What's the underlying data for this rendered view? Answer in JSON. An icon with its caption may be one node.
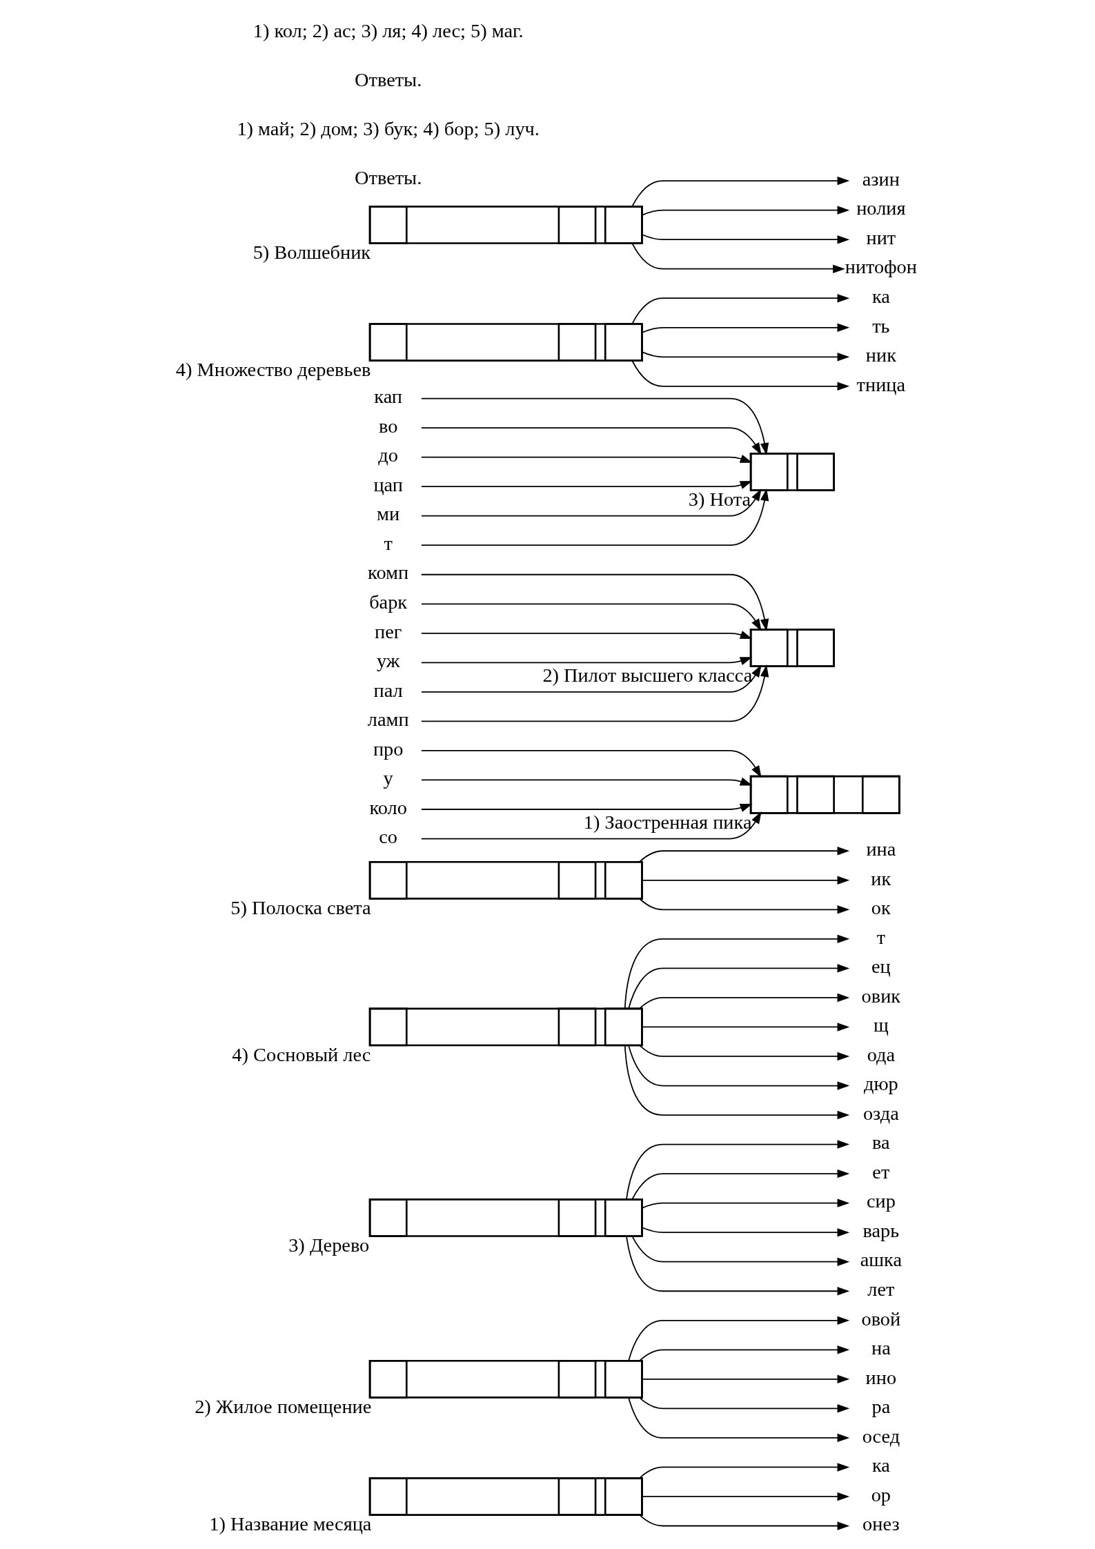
{
  "diagram": {
    "nodes": [
      {
        "text": [],
        "shape": "box",
        "beside": [
          "1) Название месяца"
        ]
      },
      {
        "text": [],
        "shape": "box",
        "in": 0
      },
      {
        "text": [],
        "shape": "box",
        "in": 0
      },
      {
        "text": [],
        "shape": "box",
        "in": 0
      },
      {
        "text": [
          "ка"
        ]
      },
      {
        "text": [
          "ор"
        ]
      },
      {
        "text": [
          "онез"
        ]
      },
      {
        "text": [],
        "shape": "box",
        "beside": [
          "2) Жилое помещение"
        ]
      },
      {
        "text": [],
        "shape": "box",
        "in": 7
      },
      {
        "text": [],
        "shape": "box",
        "in": 7
      },
      {
        "text": [],
        "shape": "box",
        "in": 7
      },
      {
        "text": [
          "овой"
        ]
      },
      {
        "text": [
          "на"
        ]
      },
      {
        "text": [
          "ино"
        ]
      },
      {
        "text": [
          "ра"
        ]
      },
      {
        "text": [
          "осед"
        ]
      },
      {
        "text": [],
        "shape": "box",
        "beside": [
          "3) Дерево"
        ]
      },
      {
        "text": [],
        "shape": "box",
        "in": 16
      },
      {
        "text": [],
        "shape": "box",
        "in": 16
      },
      {
        "text": [],
        "shape": "box",
        "in": 16
      },
      {
        "text": [
          "ва"
        ]
      },
      {
        "text": [
          "ет"
        ]
      },
      {
        "text": [
          "сир"
        ]
      },
      {
        "text": [
          "варь"
        ]
      },
      {
        "text": [
          "ашка"
        ]
      },
      {
        "text": [
          "лет"
        ]
      },
      {
        "text": [],
        "shape": "box",
        "beside": [
          "4) Сосновый лес"
        ]
      },
      {
        "text": [],
        "shape": "box",
        "in": 26
      },
      {
        "text": [],
        "shape": "box",
        "in": 26
      },
      {
        "text": [],
        "shape": "box",
        "in": 26
      },
      {
        "text": [
          "т"
        ]
      },
      {
        "text": [
          "ец"
        ]
      },
      {
        "text": [
          "овик"
        ]
      },
      {
        "text": [
          "щ"
        ]
      },
      {
        "text": [
          "ода"
        ]
      },
      {
        "text": [
          "дюр"
        ]
      },
      {
        "text": [
          "озда"
        ]
      },
      {
        "text": [],
        "shape": "box",
        "beside": [
          "5) Полоска света"
        ]
      },
      {
        "text": [],
        "shape": "box",
        "in": 37
      },
      {
        "text": [],
        "shape": "box",
        "in": 37
      },
      {
        "text": [],
        "shape": "box",
        "in": 37
      },
      {
        "text": [
          "ина"
        ]
      },
      {
        "text": [
          "ик"
        ]
      },
      {
        "text": [
          "ок"
        ]
      },
      {
        "text": [],
        "shape": "box",
        "beside": [
          "1) Заостренная пика"
        ]
      },
      {
        "text": [],
        "shape": "box",
        "in": 44
      },
      {
        "text": [],
        "shape": "box",
        "in": 44
      },
      {
        "text": [],
        "shape": "box",
        "in": 44
      },
      {
        "text": [
          "про"
        ]
      },
      {
        "text": [
          "у"
        ]
      },
      {
        "text": [
          "коло"
        ]
      },
      {
        "text": [
          "со"
        ]
      },
      {
        "text": [],
        "shape": "box",
        "beside": [
          "2) Пилот высшего класса"
        ]
      },
      {
        "text": [],
        "shape": "box",
        "in": 52
      },
      {
        "text": [],
        "shape": "box",
        "in": 52
      },
      {
        "text": [
          "комп"
        ]
      },
      {
        "text": [
          "барк"
        ]
      },
      {
        "text": [
          "пег"
        ]
      },
      {
        "text": [
          "уж"
        ]
      },
      {
        "text": [
          "пал"
        ]
      },
      {
        "text": [
          "ламп"
        ]
      },
      {
        "text": [],
        "shape": "box",
        "beside": [
          "3) Нота"
        ]
      },
      {
        "text": [],
        "shape": "box",
        "in": 61
      },
      {
        "text": [],
        "shape": "box",
        "in": 61
      },
      {
        "text": [
          "кап"
        ]
      },
      {
        "text": [
          "во"
        ]
      },
      {
        "text": [
          "до"
        ]
      },
      {
        "text": [
          "цап"
        ]
      },
      {
        "text": [
          "ми"
        ]
      },
      {
        "text": [
          "т"
        ]
      },
      {
        "text": [],
        "shape": "box",
        "beside": [
          "4) Множество деревьев"
        ]
      },
      {
        "text": [],
        "shape": "box",
        "in": 70
      },
      {
        "text": [],
        "shape": "box",
        "in": 70
      },
      {
        "text": [],
        "shape": "box",
        "in": 70
      },
      {
        "text": [
          "ка"
        ]
      },
      {
        "text": [
          "ть"
        ]
      },
      {
        "text": [
          "ник"
        ]
      },
      {
        "text": [
          "тница"
        ]
      },
      {
        "text": [],
        "shape": "box",
        "beside": [
          "5) Волшебник"
        ]
      },
      {
        "text": [],
        "shape": "box",
        "in": 78
      },
      {
        "text": [],
        "shape": "box",
        "in": 78
      },
      {
        "text": [],
        "shape": "box",
        "in": 78
      },
      {
        "text": [
          "азин"
        ]
      },
      {
        "text": [
          "нолия"
        ]
      },
      {
        "text": [
          "нит"
        ]
      },
      {
        "text": [
          "нитофон"
        ]
      }
    ],
    "edges": [
      {
        "from": 0,
        "to": 4,
        "arrow": "to"
      },
      {
        "from": 0,
        "to": 5,
        "arrow": "to"
      },
      {
        "from": 0,
        "to": 6,
        "arrow": "to"
      },
      {
        "from": 7,
        "to": 11,
        "arrow": "to"
      },
      {
        "from": 7,
        "to": 12,
        "arrow": "to"
      },
      {
        "from": 7,
        "to": 13,
        "arrow": "to"
      },
      {
        "from": 7,
        "to": 14,
        "arrow": "to"
      },
      {
        "from": 7,
        "to": 15,
        "arrow": "to"
      },
      {
        "from": 16,
        "to": 20,
        "arrow": "to"
      },
      {
        "from": 16,
        "to": 21,
        "arrow": "to"
      },
      {
        "from": 16,
        "to": 22,
        "arrow": "to"
      },
      {
        "from": 16,
        "to": 23,
        "arrow": "to"
      },
      {
        "from": 16,
        "to": 24,
        "arrow": "to"
      },
      {
        "from": 16,
        "to": 25,
        "arrow": "to"
      },
      {
        "from": 26,
        "to": 30,
        "arrow": "to"
      },
      {
        "from": 26,
        "to": 31,
        "arrow": "to"
      },
      {
        "from": 26,
        "to": 32,
        "arrow": "to"
      },
      {
        "from": 26,
        "to": 33,
        "arrow": "to"
      },
      {
        "from": 26,
        "to": 34,
        "arrow": "to"
      },
      {
        "from": 26,
        "to": 35,
        "arrow": "to"
      },
      {
        "from": 26,
        "to": 36,
        "arrow": "to"
      },
      {
        "from": 37,
        "to": 41,
        "arrow": "to"
      },
      {
        "from": 37,
        "to": 42,
        "arrow": "to"
      },
      {
        "from": 37,
        "to": 43,
        "arrow": "to"
      },
      {
        "from": 48,
        "to": 44,
        "arrow": "to"
      },
      {
        "from": 49,
        "to": 44,
        "arrow": "to"
      },
      {
        "from": 50,
        "to": 44,
        "arrow": "to"
      },
      {
        "from": 51,
        "to": 44,
        "arrow": "to"
      },
      {
        "from": 55,
        "to": 52,
        "arrow": "to"
      },
      {
        "from": 56,
        "to": 52,
        "arrow": "to"
      },
      {
        "from": 57,
        "to": 52,
        "arrow": "to"
      },
      {
        "from": 58,
        "to": 52,
        "arrow": "to"
      },
      {
        "from": 59,
        "to": 52,
        "arrow": "to"
      },
      {
        "from": 60,
        "to": 52,
        "arrow": "to"
      },
      {
        "from": 64,
        "to": 61,
        "arrow": "to"
      },
      {
        "from": 65,
        "to": 61,
        "arrow": "to"
      },
      {
        "from": 66,
        "to": 61,
        "arrow": "to"
      },
      {
        "from": 67,
        "to": 61,
        "arrow": "to"
      },
      {
        "from": 68,
        "to": 61,
        "arrow": "to"
      },
      {
        "from": 69,
        "to": 61,
        "arrow": "to"
      },
      {
        "from": 70,
        "to": 74,
        "arrow": "to"
      },
      {
        "from": 70,
        "to": 75,
        "arrow": "to"
      },
      {
        "from": 70,
        "to": 76,
        "arrow": "to"
      },
      {
        "from": 70,
        "to": 77,
        "arrow": "to"
      },
      {
        "from": 78,
        "to": 82,
        "arrow": "to"
      },
      {
        "from": 78,
        "to": 83,
        "arrow": "to"
      },
      {
        "from": 78,
        "to": 84,
        "arrow": "to"
      },
      {
        "from": 78,
        "to": 85,
        "arrow": "to"
      }
    ],
    "labels": [
      "Ответы.",
      "1) май; 2) дом; 3) бук; 4) бор; 5) луч.",
      "Ответы.",
      "1) кол; 2) ас; 3) ля; 4) лес; 5) маг."
    ]
  }
}
